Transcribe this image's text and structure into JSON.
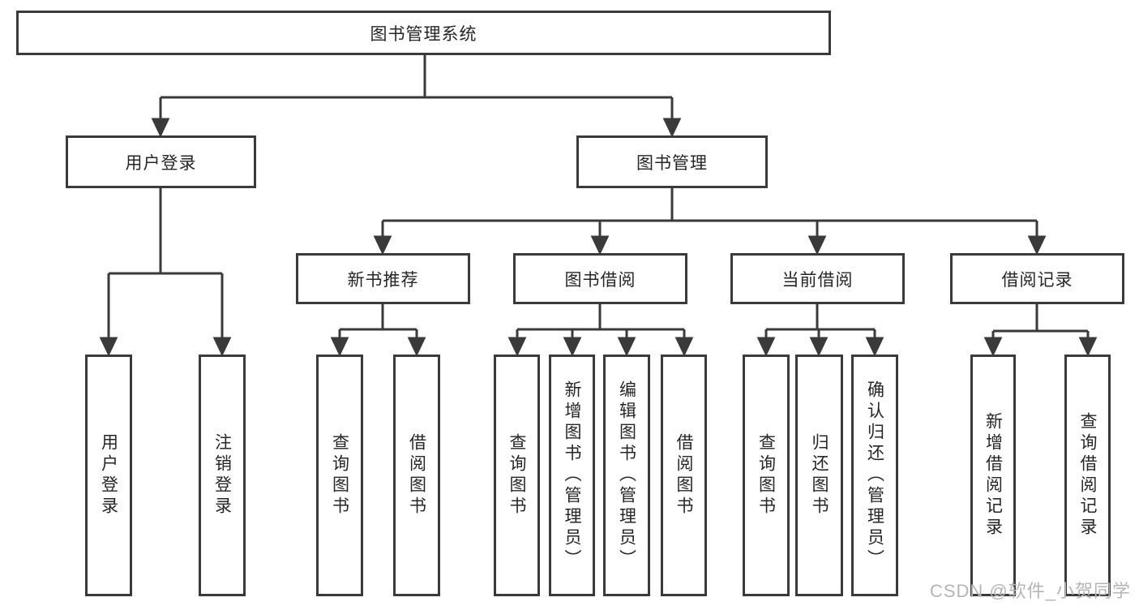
{
  "tree": {
    "root": "图书管理系统",
    "children": [
      {
        "label": "用户登录",
        "children": [
          {
            "label": "用户登录"
          },
          {
            "label": "注销登录"
          }
        ]
      },
      {
        "label": "图书管理",
        "children": [
          {
            "label": "新书推荐",
            "children": [
              {
                "label": "查询图书"
              },
              {
                "label": "借阅图书"
              }
            ]
          },
          {
            "label": "图书借阅",
            "children": [
              {
                "label": "查询图书"
              },
              {
                "label": "新增图书（管理员）"
              },
              {
                "label": "编辑图书（管理员）"
              },
              {
                "label": "借阅图书"
              }
            ]
          },
          {
            "label": "当前借阅",
            "children": [
              {
                "label": "查询图书"
              },
              {
                "label": "归还图书"
              },
              {
                "label": "确认归还（管理员）"
              }
            ]
          },
          {
            "label": "借阅记录",
            "children": [
              {
                "label": "新增借阅记录"
              },
              {
                "label": "查询借阅记录"
              }
            ]
          }
        ]
      }
    ]
  },
  "watermark": "CSDN @软件_小贺同学",
  "colors": {
    "line": "#3a3a3a",
    "box_border": "#3a3a3a",
    "box_fill": "#ffffff",
    "text": "#262626",
    "watermark": "#b5b5b5",
    "background": "#ffffff"
  }
}
